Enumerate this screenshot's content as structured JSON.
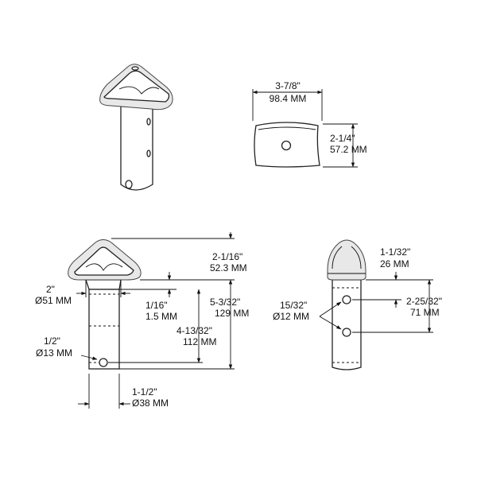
{
  "top_view": {
    "width_in": "3-7/8\"",
    "width_mm": "98.4 MM",
    "height_in": "2-1/4\"",
    "height_mm": "57.2 MM"
  },
  "front_view": {
    "cap_height_in": "2-1/16\"",
    "cap_height_mm": "52.3 MM",
    "collar_dia_in": "2\"",
    "collar_dia_mm": "Ø51 MM",
    "gap_in": "1/16\"",
    "gap_mm": "1.5 MM",
    "overall_in": "5-3/32\"",
    "overall_mm": "129 MM",
    "hole_depth_in": "4-13/32\"",
    "hole_depth_mm": "112 MM",
    "hole_dia_in": "1/2\"",
    "hole_dia_mm": "Ø13 MM",
    "post_dia_in": "1-1/2\"",
    "post_dia_mm": "Ø38 MM"
  },
  "side_view": {
    "cap_height_in": "1-1/32\"",
    "cap_height_mm": "26 MM",
    "hole_spacing_in": "2-25/32\"",
    "hole_spacing_mm": "71 MM",
    "holes_dia_in": "15/32\"",
    "holes_dia_mm": "Ø12 MM"
  }
}
